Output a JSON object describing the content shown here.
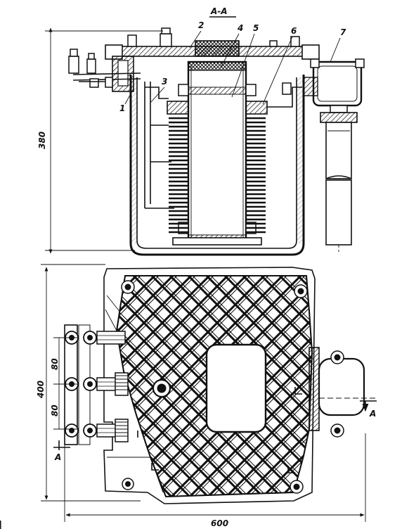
{
  "section_label": "A-A",
  "part_numbers": [
    "1",
    "2",
    "3",
    "4",
    "5",
    "6",
    "7"
  ],
  "dimensions": {
    "height": "380",
    "width": "400",
    "length": "600",
    "spacing_top": "80",
    "spacing_bottom": "80"
  },
  "section_markers": {
    "left": "A",
    "right": "A"
  }
}
